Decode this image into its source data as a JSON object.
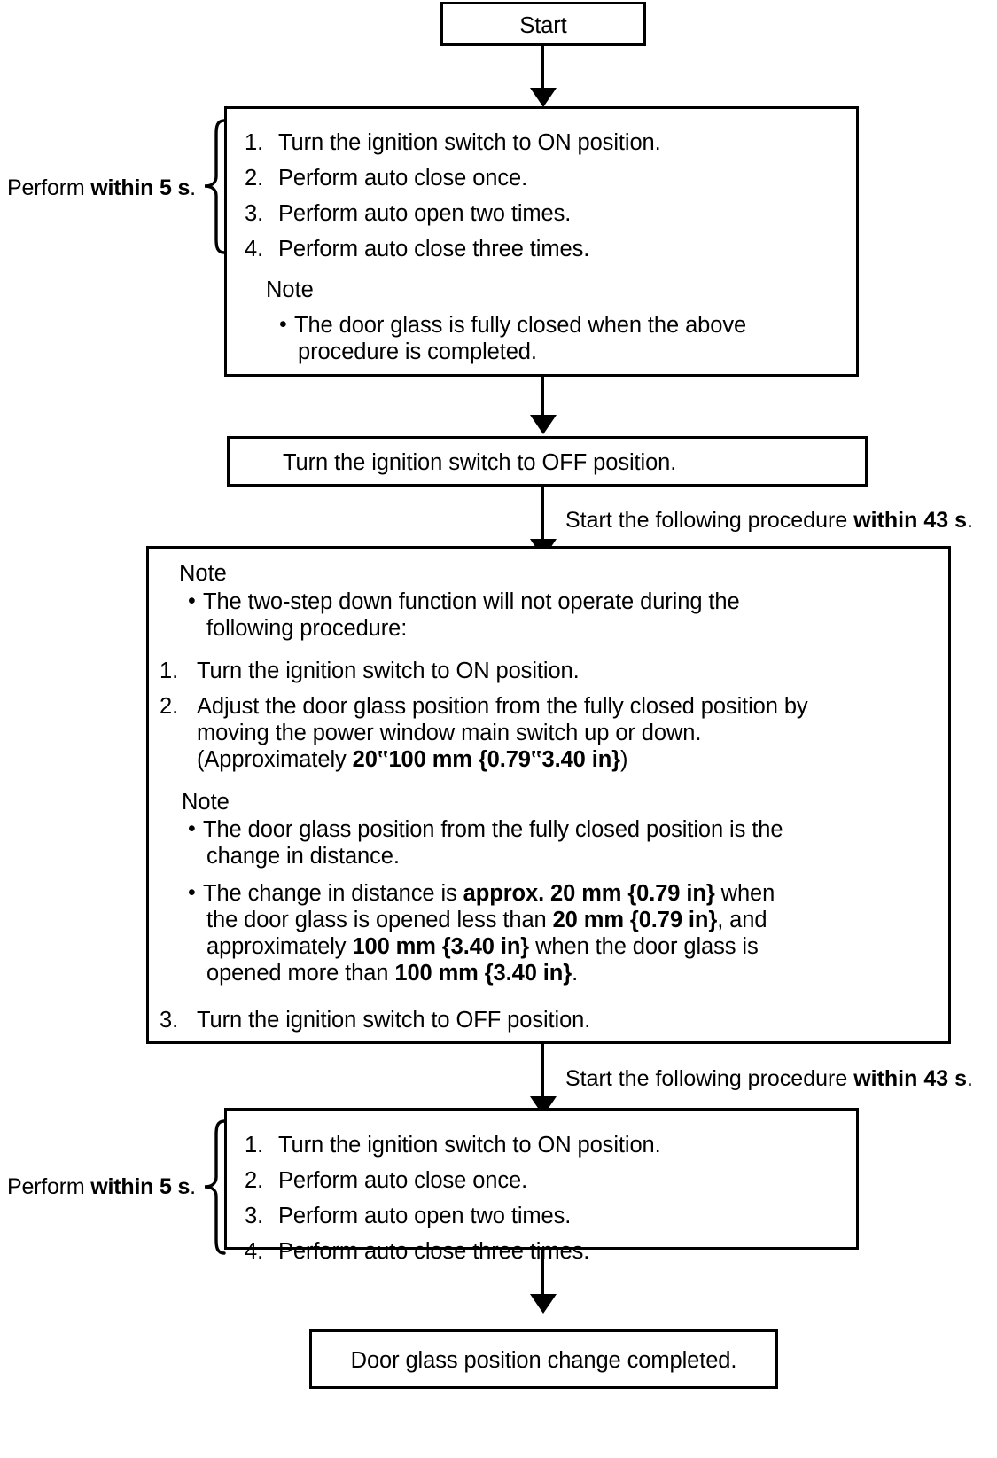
{
  "diagram": {
    "title_box": {
      "label": "Start"
    },
    "step1_box": {
      "side_label_pre": "Perform ",
      "side_label_bold": "within 5 s",
      "side_label_post": ".",
      "items": [
        {
          "num": "1.",
          "text": "Turn the ignition switch to ON position."
        },
        {
          "num": "2.",
          "text": "Perform auto close once."
        },
        {
          "num": "3.",
          "text": "Perform auto open two times."
        },
        {
          "num": "4.",
          "text": "Perform auto close three times."
        }
      ],
      "note_label": "Note",
      "note_bullets": [
        {
          "line1": "The door glass is fully closed when the above",
          "line2": "procedure is completed."
        }
      ]
    },
    "step2_box": {
      "label": "Turn the ignition switch to OFF position."
    },
    "edge_label_1": {
      "pre": "Start the following procedure ",
      "bold": "within 43 s",
      "post": "."
    },
    "step3_box": {
      "note_label_1": "Note",
      "note1_line1": "The two-step down function will not operate during the",
      "note1_line2": "following procedure:",
      "item1_num": "1.",
      "item1_text": "Turn the ignition switch to ON position.",
      "item2_num": "2.",
      "item2_line1": "Adjust the door glass position from the fully closed position by",
      "item2_line2": "moving the power window main switch up or down.",
      "item2_line3_pre": "(Approximately ",
      "item2_line3_bold": "20‟100 mm {0.79‟3.40 in}",
      "item2_line3_post": ")",
      "note_label_2": "Note",
      "note2_line1": "The door glass position from the fully closed position is the",
      "note2_line2": "change in distance.",
      "note3_line1_pre": "The change in distance is ",
      "note3_line1_bold": "approx. 20 mm {0.79 in}",
      "note3_line1_post": " when",
      "note3_line2_pre": "the door glass is opened less than ",
      "note3_line2_bold": "20 mm {0.79 in}",
      "note3_line2_post": ", and",
      "note3_line3_pre": "approximately ",
      "note3_line3_bold": "100 mm {3.40 in}",
      "note3_line3_post": " when the door glass is",
      "note3_line4_pre": "opened more than ",
      "note3_line4_bold": "100 mm {3.40 in}",
      "note3_line4_post": ".",
      "item3_num": "3.",
      "item3_text": "Turn the ignition switch to OFF position."
    },
    "edge_label_2": {
      "pre": "Start the following procedure ",
      "bold": "within 43 s",
      "post": "."
    },
    "step4_box": {
      "side_label_pre": "Perform ",
      "side_label_bold": "within 5 s",
      "side_label_post": ".",
      "items": [
        {
          "num": "1.",
          "text": "Turn the ignition switch to ON position."
        },
        {
          "num": "2.",
          "text": "Perform auto close once."
        },
        {
          "num": "3.",
          "text": "Perform auto open two times."
        },
        {
          "num": "4.",
          "text": "Perform auto close three times."
        }
      ]
    },
    "end_box": {
      "label": "Door glass position change completed."
    }
  }
}
